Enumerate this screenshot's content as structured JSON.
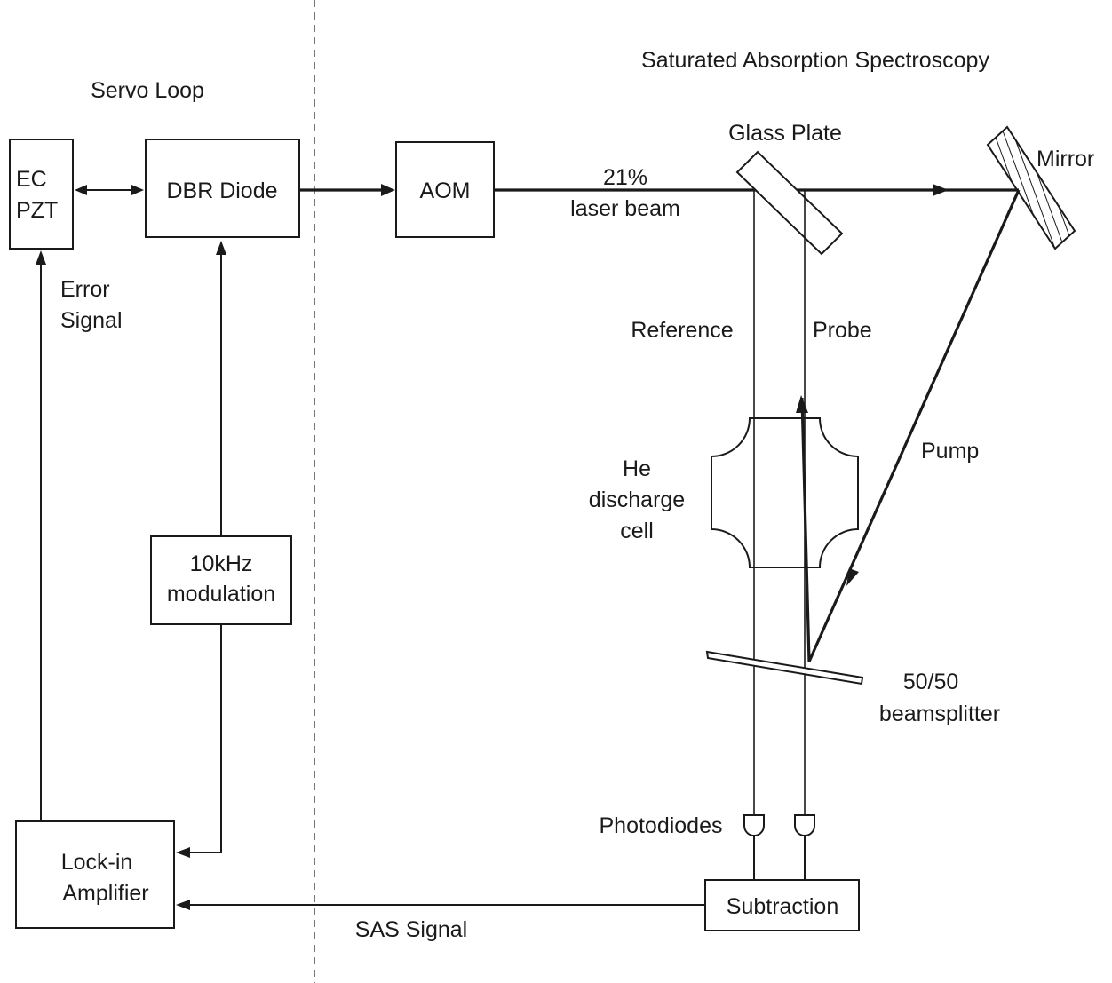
{
  "sections": {
    "servo_title": "Servo Loop",
    "sas_title": "Saturated Absorption Spectroscopy"
  },
  "blocks": {
    "ec_pzt": [
      "EC",
      "PZT"
    ],
    "dbr_diode": "DBR Diode",
    "aom": "AOM",
    "modulation": [
      "10kHz",
      "modulation"
    ],
    "lockin": [
      "Lock-in",
      "Amplifier"
    ],
    "subtraction": "Subtraction"
  },
  "labels": {
    "error_signal": [
      "Error",
      "Signal"
    ],
    "laser_beam": [
      "21%",
      "laser beam"
    ],
    "glass_plate": "Glass Plate",
    "mirror": "Mirror",
    "reference": "Reference",
    "probe": "Probe",
    "pump": "Pump",
    "he_cell": [
      "He",
      "discharge",
      "cell"
    ],
    "beamsplitter": [
      "50/50",
      "beamsplitter"
    ],
    "photodiodes": "Photodiodes",
    "sas_signal": "SAS Signal"
  }
}
